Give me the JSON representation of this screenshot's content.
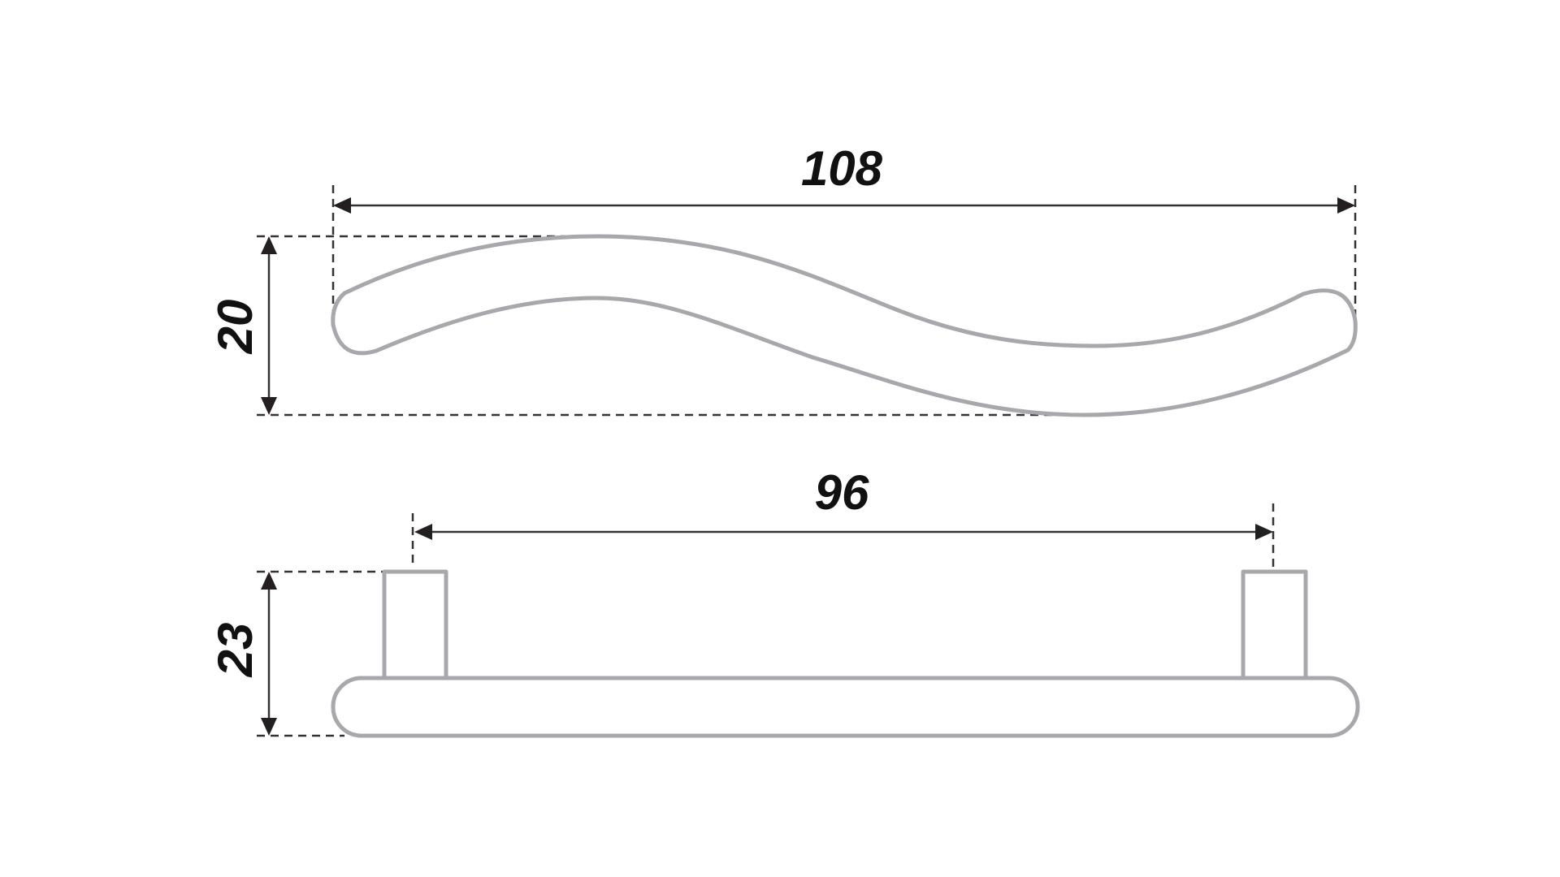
{
  "top_view": {
    "length_label": "108",
    "height_label": "20"
  },
  "side_view": {
    "center_distance_label": "96",
    "height_label": "23"
  },
  "colors": {
    "part_outline": "#a7a8ab",
    "dimension_line": "#333333"
  }
}
